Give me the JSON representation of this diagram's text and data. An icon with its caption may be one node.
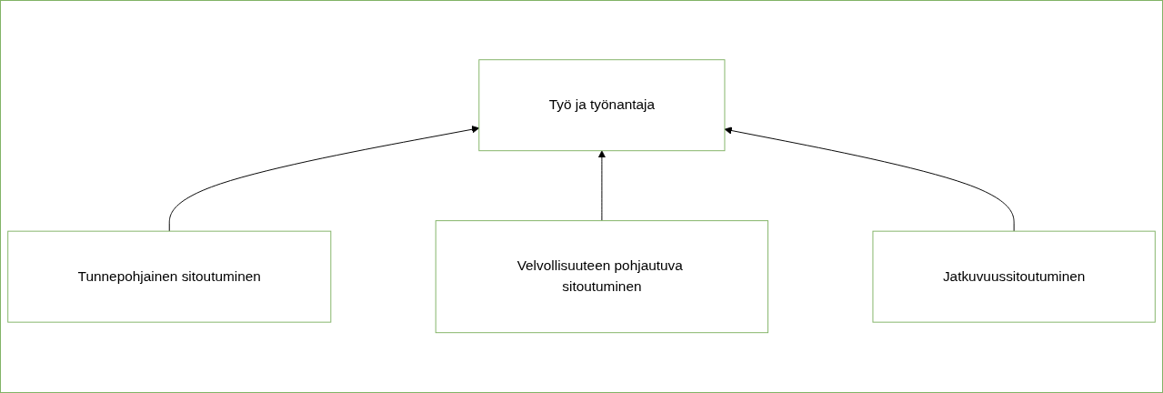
{
  "diagram": {
    "nodes": [
      {
        "text": [
          "Työ ja työnantaja"
        ]
      },
      {
        "text": [
          "Tunnepohjainen sitoutuminen"
        ]
      },
      {
        "text": [
          "Velvollisuuteen pohjautuva sitoutuminen"
        ]
      },
      {
        "text": [
          "Jatkuvuussitoutuminen"
        ]
      }
    ],
    "edges": [
      {
        "from": 1,
        "to": 0,
        "arrow": "to"
      },
      {
        "from": 2,
        "to": 0,
        "arrow": "to"
      },
      {
        "from": 3,
        "to": 0,
        "arrow": "to"
      }
    ]
  }
}
